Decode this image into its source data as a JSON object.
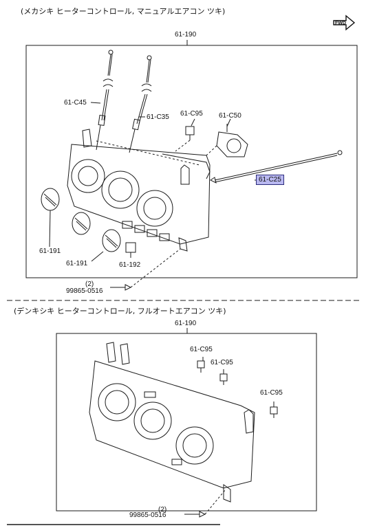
{
  "section_top": {
    "heading": "(メカシキ ヒーターコントロール, マニュアルエアコン ツキ)",
    "fwd_mark": "FWD",
    "assembly_label": "61-190",
    "parts": {
      "c45": "61-C45",
      "c35": "61-C35",
      "c95": "61-C95",
      "c50": "61-C50",
      "c25": "61-C25",
      "k191a": "61-191",
      "k191b": "61-191",
      "k192": "61-192"
    },
    "screw_qty": "(2)",
    "screw_part": "99865-0516"
  },
  "section_bottom": {
    "heading": "(デンキシキ ヒーターコントロール, フルオートエアコン ツキ)",
    "assembly_label": "61-190",
    "parts": {
      "c95a": "61-C95",
      "c95b": "61-C95",
      "c95c": "61-C95"
    },
    "screw_qty": "(2)",
    "screw_part": "99865-0516"
  },
  "colors": {
    "highlight": "#b9b8f0",
    "line": "#1a1a1a"
  }
}
